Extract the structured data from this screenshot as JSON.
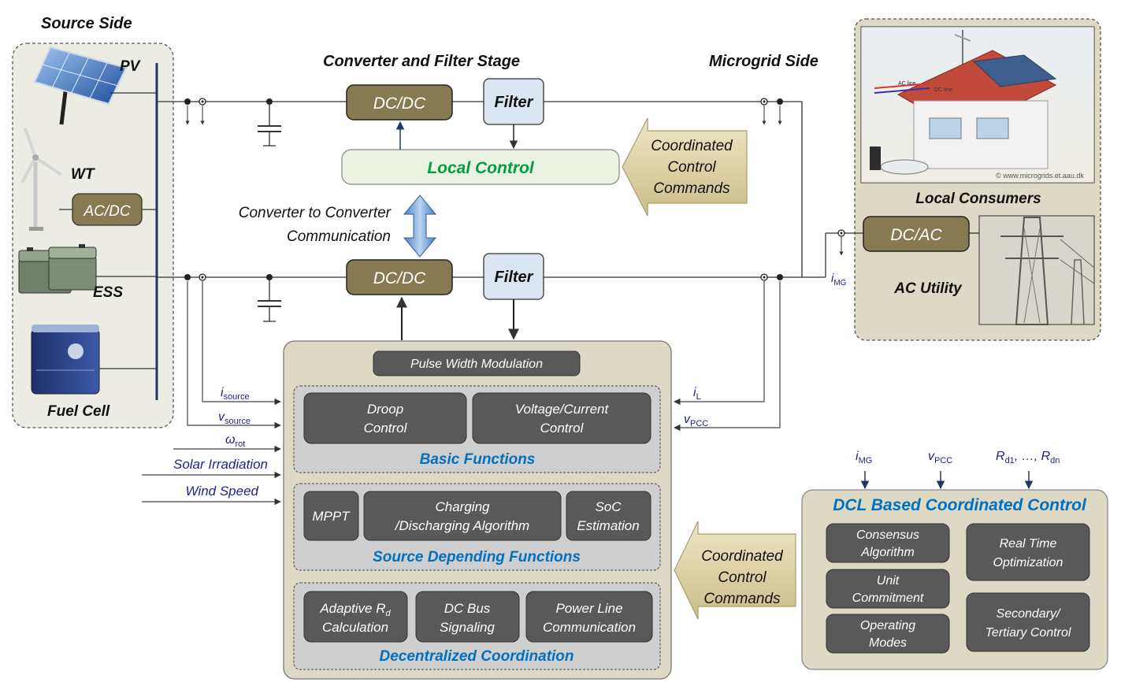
{
  "headings": {
    "source_side": "Source Side",
    "converter_stage": "Converter and Filter Stage",
    "microgrid_side": "Microgrid Side"
  },
  "sources": {
    "pv": "PV",
    "wt": "WT",
    "wt_converter": "AC/DC",
    "ess": "ESS",
    "fuel_cell": "Fuel Cell"
  },
  "converters": {
    "top_dcdc": "DC/DC",
    "top_filter": "Filter",
    "bottom_dcdc": "DC/DC",
    "bottom_filter": "Filter",
    "local_control": "Local Control"
  },
  "commands_top": [
    "Coordinated",
    "Control",
    "Commands"
  ],
  "communication": [
    "Converter to Converter",
    "Communication"
  ],
  "microgrid": {
    "local_consumers": "Local Consumers",
    "dcac": "DC/AC",
    "ac_utility": "AC Utility",
    "house_caption": "© www.microgrids.et.aau.dk",
    "house_line1": "AC line",
    "house_line2": "DC line"
  },
  "signals": {
    "i_mg": {
      "main": "i",
      "sub": "MG"
    },
    "i_source": {
      "main": "i",
      "sub": "source"
    },
    "v_source": {
      "main": "v",
      "sub": "source"
    },
    "omega_rot": {
      "main": "ω",
      "sub": "rot"
    },
    "solar": "Solar Irradiation",
    "wind": "Wind Speed",
    "i_l": {
      "main": "i",
      "sub": "L"
    },
    "v_pcc": {
      "main": "v",
      "sub": "PCC"
    }
  },
  "controller": {
    "pwm": "Pulse Width Modulation",
    "basic": {
      "title": "Basic Functions",
      "droop": [
        "Droop",
        "Control"
      ],
      "vc": [
        "Voltage/Current",
        "Control"
      ]
    },
    "source_dep": {
      "title": "Source Depending Functions",
      "mppt": "MPPT",
      "charging": [
        "Charging",
        "/Discharging Algorithm"
      ],
      "soc": [
        "SoC",
        "Estimation"
      ]
    },
    "decentral": {
      "title": "Decentralized Coordination",
      "adaptive": [
        "Adaptive R",
        "d",
        "Calculation"
      ],
      "dcbus": [
        "DC Bus",
        "Signaling"
      ],
      "plc": [
        "Power Line",
        "Communication"
      ]
    }
  },
  "commands_bottom": [
    "Coordinated",
    "Control",
    "Commands"
  ],
  "dcl": {
    "title": "DCL Based Coordinated Control",
    "inputs": {
      "i_mg": {
        "main": "i",
        "sub": "MG"
      },
      "v_pcc": {
        "main": "v",
        "sub": "PCC"
      },
      "rd": {
        "a": "R",
        "a_sub": "d1",
        "mid": ", …, ",
        "b": "R",
        "b_sub": "dn"
      }
    },
    "consensus": [
      "Consensus",
      "Algorithm"
    ],
    "unit": [
      "Unit",
      "Commitment"
    ],
    "modes": [
      "Operating",
      "Modes"
    ],
    "rto": [
      "Real Time",
      "Optimization"
    ],
    "secondary": [
      "Secondary/",
      "Tertiary Control"
    ]
  },
  "colors": {
    "converter_fill": "#857a52",
    "filter_fill": "#dbe5f1",
    "panel_fill": "#ddd9c4",
    "dark_box": "#595959",
    "blue_text": "#0070c0",
    "green_text": "#00a040",
    "signal_text": "#1f1f8f"
  }
}
